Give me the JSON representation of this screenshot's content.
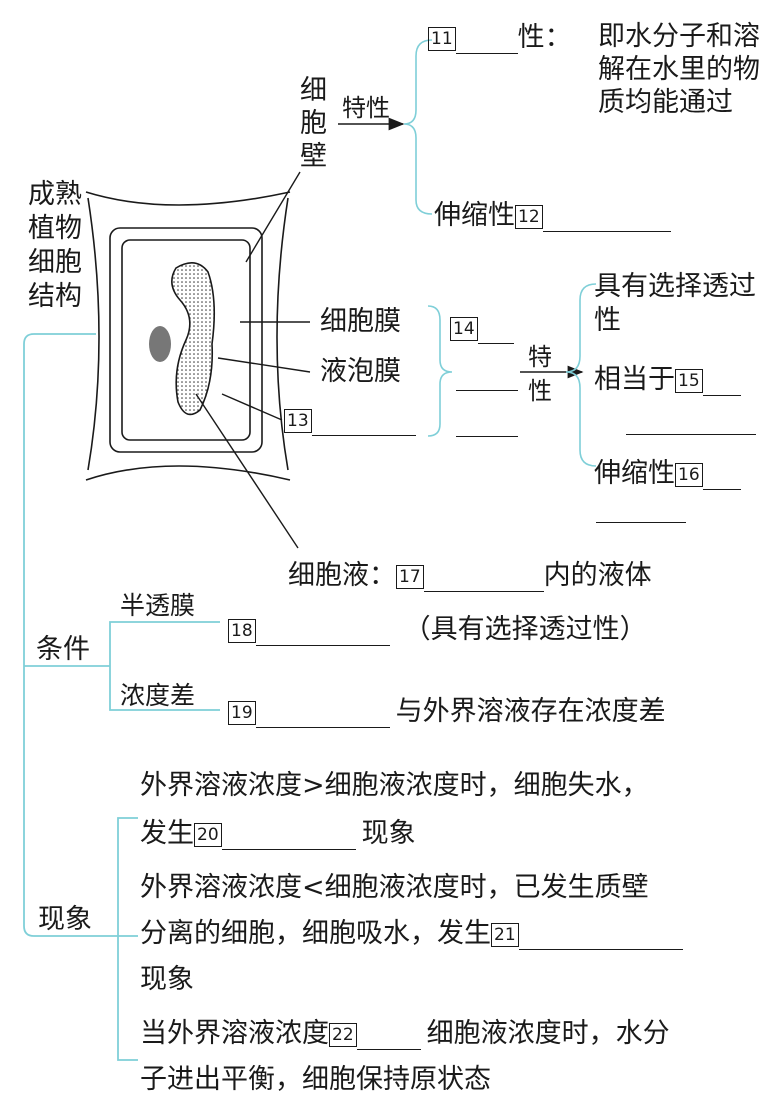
{
  "root": [
    "成熟",
    "植物",
    "细胞",
    "结构"
  ],
  "cell_wall": {
    "label": "细胞壁",
    "arrow_label": "特性",
    "prop1": {
      "num": "11",
      "suffix": "性：",
      "desc": "即水分子和溶解在水里的物质均能通过"
    },
    "prop2": {
      "prefix": "伸缩性",
      "num": "12"
    }
  },
  "membranes": {
    "cell_membrane": "细胞膜",
    "vacuole_membrane": "液泡膜",
    "q13": "13",
    "q14": "14",
    "arrow_label": "特性",
    "prop_select": "具有选择透过性",
    "prop_equal_prefix": "相当于",
    "q15": "15",
    "prop_stretch_prefix": "伸缩性",
    "q16": "16"
  },
  "sap": {
    "prefix": "细胞液：",
    "num": "17",
    "suffix": "内的液体"
  },
  "conditions": {
    "label": "条件",
    "semi_label": "半透膜",
    "q18": "18",
    "semi_desc": "（具有选择透过性）",
    "conc_label": "浓度差",
    "q19": "19",
    "conc_desc": "与外界溶液存在浓度差"
  },
  "phenomena": {
    "label": "现象",
    "item1_line1": "外界溶液浓度>细胞液浓度时，细胞失水，",
    "item1_prefix": "发生",
    "q20": "20",
    "item1_suffix": "现象",
    "item2_line1": "外界溶液浓度<细胞液浓度时，已发生质壁",
    "item2_prefix": "分离的细胞，细胞吸水，发生",
    "q21": "21",
    "item2_line3": "现象",
    "item3_prefix": "当外界溶液浓度",
    "q22": "22",
    "item3_suffix": "细胞液浓度时，水分",
    "item3_line2": "子进出平衡，细胞保持原状态"
  }
}
